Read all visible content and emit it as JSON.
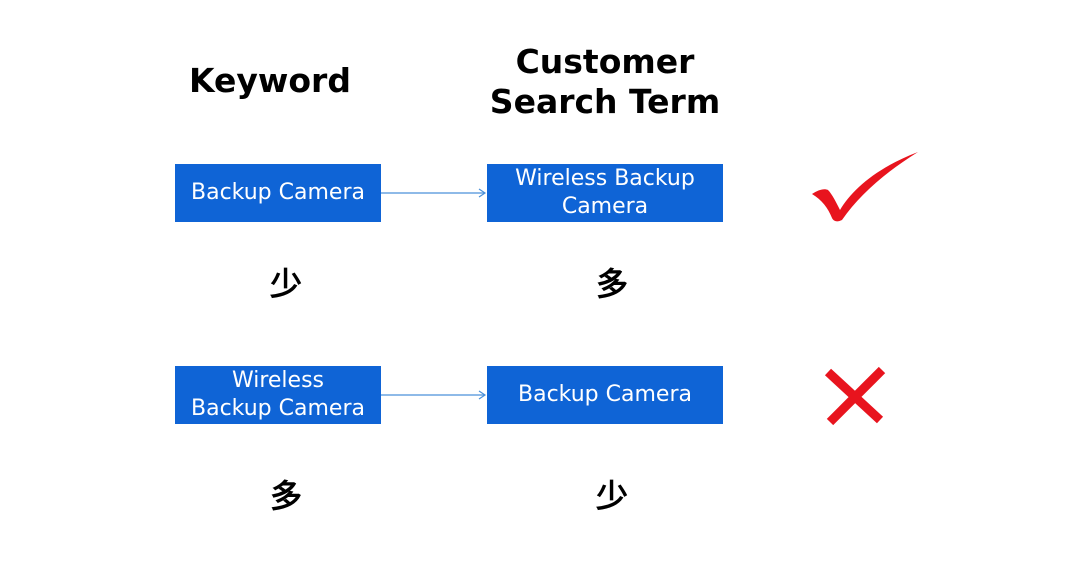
{
  "headers": {
    "keyword": "Keyword",
    "customer_search_term": [
      "Customer",
      "Search Term"
    ]
  },
  "rows": [
    {
      "keyword": [
        "Backup Camera"
      ],
      "search_term": [
        "Wireless Backup",
        "Camera"
      ],
      "keyword_volume": "少",
      "search_term_volume": "多",
      "result": "check-mark-icon"
    },
    {
      "keyword": [
        "Wireless",
        "Backup Camera"
      ],
      "search_term": [
        "Backup Camera"
      ],
      "keyword_volume": "多",
      "search_term_volume": "少",
      "result": "cross-mark-icon"
    }
  ],
  "colors": {
    "box_fill": "#0f64d6",
    "box_text": "#ffffff",
    "arrow": "#4a90d9",
    "check": "#e8141e",
    "cross": "#e8141e"
  }
}
